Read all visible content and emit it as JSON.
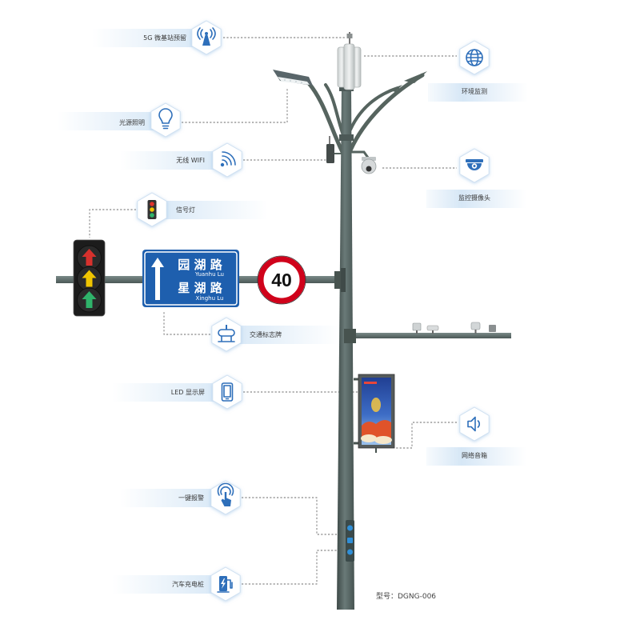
{
  "features": {
    "g5": {
      "label": "5G 微基站预留",
      "icon": "antenna-icon"
    },
    "lighting": {
      "label": "光源照明",
      "icon": "light-bulb-icon"
    },
    "wifi": {
      "label": "无线 WIFI",
      "icon": "wifi-icon"
    },
    "signal_light": {
      "label": "信号灯",
      "icon": "traffic-light-icon"
    },
    "traffic_sign": {
      "label": "交通标志牌",
      "icon": "road-sign-icon"
    },
    "led_screen": {
      "label": "LED 显示屏",
      "icon": "screen-icon"
    },
    "alarm": {
      "label": "一键报警",
      "icon": "touch-alarm-icon"
    },
    "charging": {
      "label": "汽车充电桩",
      "icon": "ev-charger-icon"
    },
    "environment": {
      "label": "环境监测",
      "icon": "globe-icon"
    },
    "camera": {
      "label": "监控摄像头",
      "icon": "dome-camera-icon"
    },
    "speaker": {
      "label": "网络音箱",
      "icon": "speaker-icon"
    }
  },
  "road_sign": {
    "line1_cn": "园 湖 路",
    "line1_en": "Yuanhu Lu",
    "line2_cn": "星 湖 路",
    "line2_en": "Xinghu Lu"
  },
  "speed_limit": "40",
  "model": "型号：DGNG-006",
  "colors": {
    "icon_blue": "#2e6fba",
    "pole": "#56645f",
    "sign_blue": "#1e5fae",
    "speed_red": "#d0021b",
    "banner_blue": "#d6e7f6"
  }
}
